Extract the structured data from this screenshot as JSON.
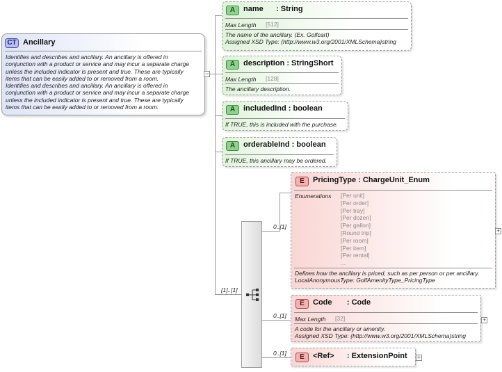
{
  "complex_type": {
    "badge": "CT",
    "name": "Ancillary",
    "description_lines": [
      "Identifies and describes and ancillary.   An ancillary is offered in",
      "conjunction with a product or service and may incur a separate charge",
      "unless the included indicator is present and true.  These are typically",
      "items that can be easily added to or removed from a room.",
      "Identifies and describes and ancillary.   An ancillary is offered in",
      "conjunction with a product or service and may incur a separate charge",
      "unless the included indicator is present and true.  These are typically",
      "items that can be easily added to or removed from a room."
    ]
  },
  "attributes": {
    "name": {
      "badge": "A",
      "label": "name      : String",
      "facet_label": "Max Length",
      "facet_value": "[512]",
      "desc1": "The name of the ancillary. (Ex. Golfcart)",
      "desc2": "Assigned XSD Type: {http://www.w3.org/2001/XMLSchema}string"
    },
    "description": {
      "badge": "A",
      "label": "description : StringShort",
      "facet_label": "Max Length",
      "facet_value": "[128]",
      "desc1": "The ancillary description."
    },
    "includedInd": {
      "badge": "A",
      "label": "includedInd : boolean",
      "desc1": "If TRUE, this is included with the purchase."
    },
    "orderableInd": {
      "badge": "A",
      "label": "orderableInd : boolean",
      "desc1": "If TRUE, this ancillary may be ordered."
    }
  },
  "sequence": {
    "multiplicity": "[1]..[1]"
  },
  "elements": {
    "pricingType": {
      "badge": "E",
      "label": "PricingType : ChargeUnit_Enum",
      "multiplicity": "0..[1]",
      "enum_label": "Enumerations",
      "enumerations": [
        "[Per unit]",
        "[Per order]",
        "[Per tray]",
        "[Per dozen]",
        "[Per gallon]",
        "[Round trip]",
        "[Per room]",
        "[Per item]",
        "[Per rental]",
        "..."
      ],
      "desc1": "Defines how the ancillary is priced, such as per person or per ancillary.",
      "desc2": "LocalAnonymousType: GolfAmenityType_PricingType"
    },
    "code": {
      "badge": "E",
      "label": "Code       : Code",
      "multiplicity": "0..[1]",
      "facet_label": "Max Length",
      "facet_value": "[32]",
      "desc1": "A code for the ancillary or amenity.",
      "desc2": "Assigned XSD Type: {http://www.w3.org/2001/XMLSchema}string"
    },
    "ref": {
      "badge": "E",
      "label": "<Ref>      : ExtensionPoint",
      "multiplicity": "0..[1]"
    }
  },
  "icons": {
    "expand": "+",
    "collapse": "−",
    "sequence": "sequence-icon"
  }
}
